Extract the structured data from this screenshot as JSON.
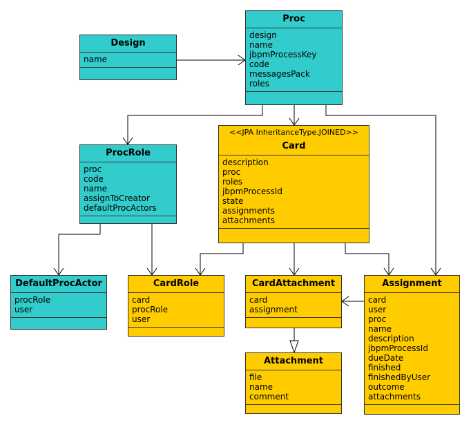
{
  "classes": {
    "design": {
      "name": "Design",
      "attributes": [
        "name"
      ],
      "color": "#33cccc"
    },
    "proc": {
      "name": "Proc",
      "attributes": [
        "design",
        "name",
        "jbpmProcessKey",
        "code",
        "messagesPack",
        "roles"
      ],
      "color": "#33cccc"
    },
    "procRole": {
      "name": "ProcRole",
      "attributes": [
        "proc",
        "code",
        "name",
        "assignToCreator",
        "defaultProcActors"
      ],
      "color": "#33cccc"
    },
    "card": {
      "stereotype": "<<JPA InheritanceType.JOINED>>",
      "name": "Card",
      "attributes": [
        "description",
        "proc",
        "roles",
        "jbpmProcessId",
        "state",
        "assignments",
        "attachments"
      ],
      "color": "#ffcc00"
    },
    "defaultProcActor": {
      "name": "DefaultProcActor",
      "attributes": [
        "procRole",
        "user"
      ],
      "color": "#33cccc"
    },
    "cardRole": {
      "name": "CardRole",
      "attributes": [
        "card",
        "procRole",
        "user"
      ],
      "color": "#ffcc00"
    },
    "cardAttachment": {
      "name": "CardAttachment",
      "attributes": [
        "card",
        "assignment"
      ],
      "color": "#ffcc00"
    },
    "assignment": {
      "name": "Assignment",
      "attributes": [
        "card",
        "user",
        "proc",
        "name",
        "description",
        "jbpmProcessId",
        "dueDate",
        "finished",
        "finishedByUser",
        "outcome",
        "attachments"
      ],
      "color": "#ffcc00"
    },
    "attachment": {
      "name": "Attachment",
      "attributes": [
        "file",
        "name",
        "comment"
      ],
      "color": "#ffcc00"
    }
  },
  "relations": [
    {
      "from": "design",
      "to": "proc",
      "type": "one-to-many"
    },
    {
      "from": "proc",
      "to": "procRole",
      "type": "one-to-many"
    },
    {
      "from": "proc",
      "to": "card",
      "type": "one-to-many"
    },
    {
      "from": "proc",
      "to": "assignment",
      "type": "one-to-many"
    },
    {
      "from": "procRole",
      "to": "defaultProcActor",
      "type": "one-to-many"
    },
    {
      "from": "procRole",
      "to": "cardRole",
      "type": "one-to-many"
    },
    {
      "from": "card",
      "to": "cardRole",
      "type": "one-to-many"
    },
    {
      "from": "card",
      "to": "cardAttachment",
      "type": "one-to-many"
    },
    {
      "from": "card",
      "to": "assignment",
      "type": "one-to-many"
    },
    {
      "from": "assignment",
      "to": "cardAttachment",
      "type": "one-to-many"
    },
    {
      "from": "cardAttachment",
      "to": "attachment",
      "type": "generalization"
    }
  ]
}
